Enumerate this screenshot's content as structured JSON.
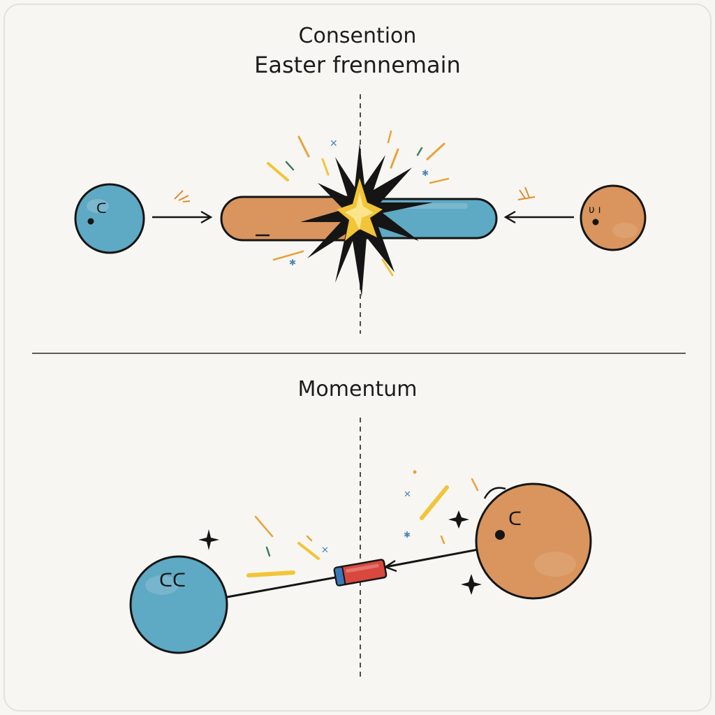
{
  "top_panel": {
    "title_line1": "Consention",
    "title_line2": "Easter frennemain",
    "left_ball_face": "ᑕ",
    "right_ball_face": "υ ı"
  },
  "bottom_panel": {
    "title": "Momentum",
    "left_ball_face": "ᑕᑕ",
    "right_ball_face": "ᑕ"
  },
  "colors": {
    "background": "#f7f6f2",
    "blue": "#5ea9c3",
    "orange": "#d9955d",
    "outline": "#151515",
    "spark": "#f2c437",
    "cylinder_red": "#d8483f"
  }
}
